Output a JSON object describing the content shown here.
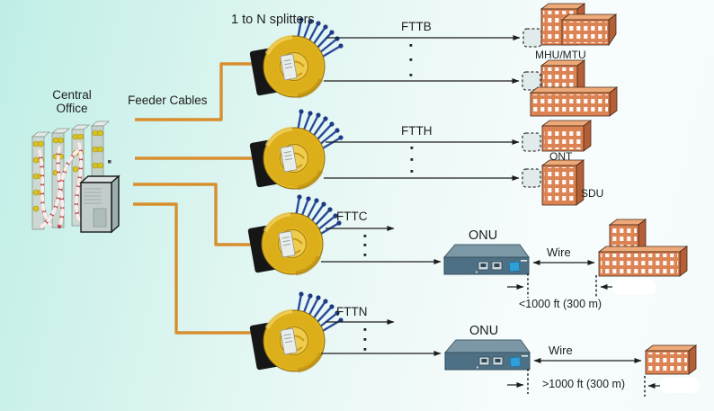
{
  "title": "FTTx access network architectures diagram",
  "labels": {
    "central_office": "Central Office",
    "feeder_cables": "Feeder Cables",
    "splitters_title": "1 to N splitters"
  },
  "rows": [
    {
      "tech": "FTTB",
      "endpoint_label": "MHU/MTU"
    },
    {
      "tech": "FTTH",
      "endpoint_label": "ONT",
      "endpoint_label_2": "SDU"
    },
    {
      "tech": "FTTC",
      "device_label": "ONU",
      "wire_label": "Wire",
      "distance_label": "<1000 ft (300 m)"
    },
    {
      "tech": "FTTN",
      "device_label": "ONU",
      "wire_label": "Wire",
      "distance_label": ">1000 ft (300 m)"
    }
  ],
  "icons": {
    "central_office": "server-rack-icon",
    "splitter": "fiber-spool-icon",
    "drop_point": "dashed-square-icon",
    "endpoint": "brick-building-icon",
    "onu_device": "network-switch-icon"
  },
  "colors": {
    "feeder_cable": "#D78F2E",
    "arrow": "#1C1C1C",
    "spool_yellow": "#DFB31F",
    "fiber_blue": "#2A4A9B",
    "building_front": "#DC8354",
    "onu_front": "#4E7085",
    "background_left": "#BFEEE6",
    "background_right": "#F7FCFC"
  }
}
